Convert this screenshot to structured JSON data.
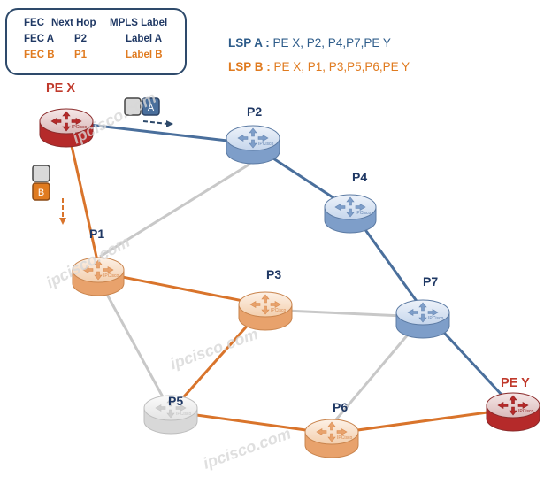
{
  "fec_table": {
    "headers": [
      "FEC",
      "Next Hop",
      "MPLS Label"
    ],
    "rows": [
      [
        "FEC A",
        "P2",
        "Label A"
      ],
      [
        "FEC B",
        "P1",
        "Label B"
      ]
    ]
  },
  "lsp_a": {
    "name": "LSP A :",
    "path": "PE X, P2, P4,P7,PE Y"
  },
  "lsp_b": {
    "name": "LSP B :",
    "path": "PE X, P1, P3,P5,P6,PE Y"
  },
  "nodes": {
    "pex": "PE X",
    "pey": "PE Y",
    "p1": "P1",
    "p2": "P2",
    "p3": "P3",
    "p4": "P4",
    "p5": "P5",
    "p6": "P6",
    "p7": "P7"
  },
  "packets": {
    "a": "A",
    "b": "B"
  },
  "router_caption": "IPCisco",
  "watermark": "ipcisco.com",
  "colors": {
    "lsp_a": "#4a6f9c",
    "lsp_b": "#d9742b",
    "idle_link": "#c8c8c8",
    "edge_router": "#b52a2a",
    "blue_router": "#7e9ec9",
    "orange_router": "#e8a26c",
    "gray_router": "#d8d8d8",
    "table_border": "#2e4a6b"
  }
}
